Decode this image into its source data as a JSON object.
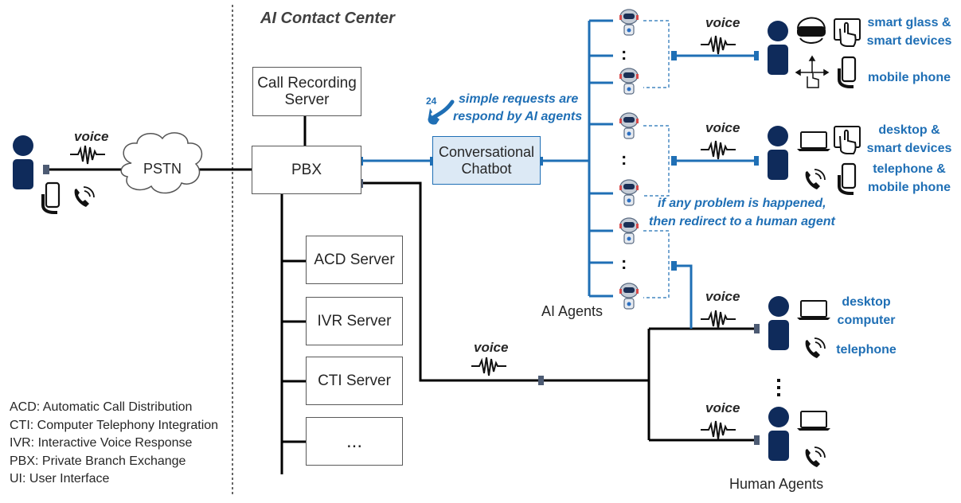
{
  "title": "AI Contact Center",
  "customer": {
    "voice_label": "voice",
    "network": "PSTN"
  },
  "servers": {
    "recording": [
      "Call Recording",
      "Server"
    ],
    "pbx": "PBX",
    "acd": "ACD Server",
    "ivr": "IVR Server",
    "cti": "CTI Server",
    "more": "..."
  },
  "chatbot": {
    "label": [
      "Conversational",
      "Chatbot"
    ],
    "note": [
      "simple requests are",
      "respond by AI agents"
    ],
    "badge_24": "24"
  },
  "ai_agents": {
    "label": "AI Agents",
    "redirect_note": [
      "if any problem is happened,",
      "then redirect to a human agent"
    ],
    "ellipsis": ":"
  },
  "endpoints": {
    "voice_label": "voice",
    "group1": [
      "smart glass &",
      "smart devices",
      "mobile phone"
    ],
    "group2": [
      "desktop &",
      "smart devices",
      "telephone &",
      "mobile phone"
    ],
    "group3": [
      "desktop",
      "computer",
      "telephone"
    ]
  },
  "human_agents": {
    "label": "Human Agents",
    "voice_label": "voice"
  },
  "legend": [
    "ACD: Automatic Call Distribution",
    "CTI: Computer Telephony Integration",
    "IVR: Interactive Voice Response",
    "PBX: Private Branch Exchange",
    "UI:  User Interface"
  ],
  "colors": {
    "blue_line": "#1f6fb5",
    "black_line": "#000000",
    "navy_person": "#0f2b5b",
    "chatbot_fill": "#dce9f5"
  },
  "icons": [
    "person-icon",
    "mobile-phone-icon",
    "telephone-icon",
    "cloud-icon",
    "robot-icon",
    "vr-glasses-icon",
    "touch-screen-icon",
    "laptop-icon",
    "gesture-icon",
    "voice-wave-icon"
  ]
}
